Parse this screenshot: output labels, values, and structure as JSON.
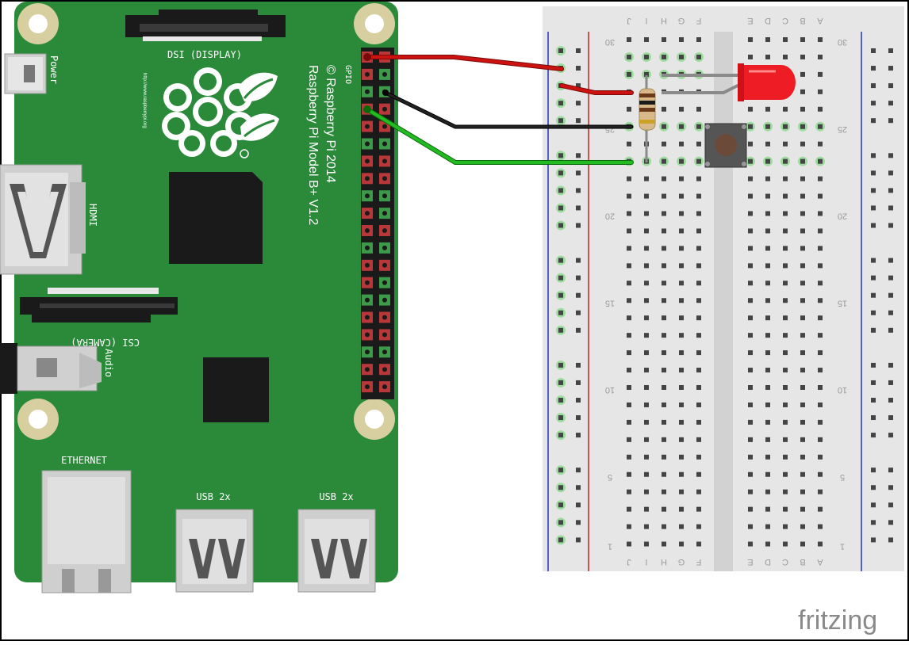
{
  "pi": {
    "power_label": "Power",
    "dsi_label": "DSI (DISPLAY)",
    "hdmi_label": "HDMI",
    "csi_label": "CSI (CAMERA)",
    "audio_label": "Audio",
    "ethernet_label": "ETHERNET",
    "usb_label_1": "USB 2x",
    "usb_label_2": "USB 2x",
    "gpio_label": "GPIO",
    "model_line1": "Raspberry Pi Model B+ V1.2",
    "model_line2": "© Raspberry Pi 2014",
    "url": "http://www.raspberrypi.org",
    "colors": {
      "board": "#2a8a3a",
      "mount": "#d8cfa0",
      "pin_red": "#b8383a",
      "pin_green": "#3c9a4a"
    }
  },
  "breadboard": {
    "col_labels_left": [
      "J",
      "I",
      "H",
      "G",
      "F"
    ],
    "col_labels_right": [
      "E",
      "D",
      "C",
      "B",
      "A"
    ],
    "row_numbers": [
      "30",
      "25",
      "20",
      "15",
      "10",
      "5",
      "1"
    ],
    "colors": {
      "body": "#e6e6e6",
      "rail_red": "#cc2222",
      "rail_blue": "#2233bb"
    }
  },
  "wires": [
    {
      "name": "red-wire",
      "color": "#cc1111"
    },
    {
      "name": "black-wire",
      "color": "#111111"
    },
    {
      "name": "green-wire",
      "color": "#22bb22"
    }
  ],
  "components": {
    "led_color": "#ee1c24",
    "resistor_color": "#d9b98a",
    "button_color": "#6b4a3a"
  },
  "watermark": "fritzing"
}
